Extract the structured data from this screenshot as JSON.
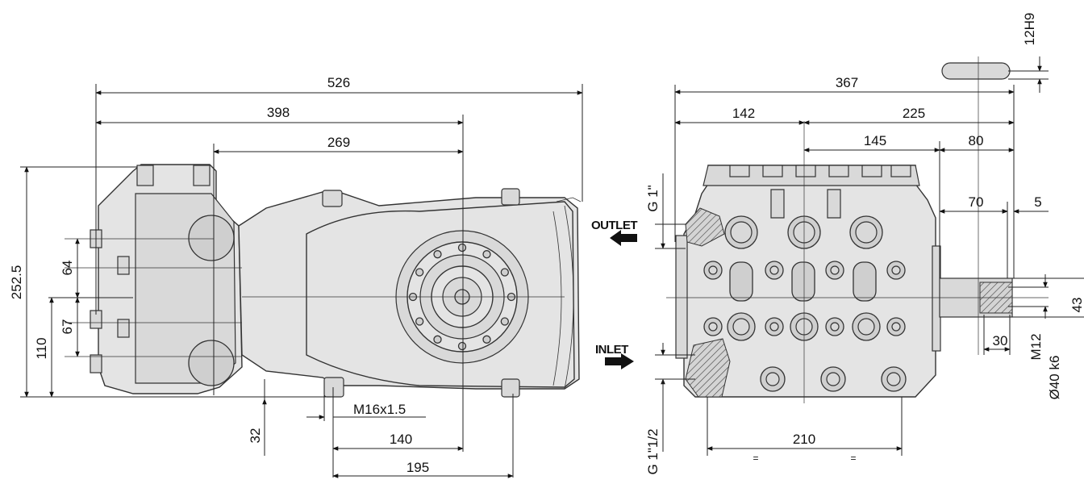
{
  "side_view": {
    "dimensions": {
      "d526": "526",
      "d398": "398",
      "d269": "269",
      "d252": "252.5",
      "d64": "64",
      "d67": "67",
      "d110": "110",
      "d32": "32",
      "dM16": "M16x1.5",
      "d140": "140",
      "d195": "195"
    }
  },
  "front_view": {
    "dimensions": {
      "d367": "367",
      "d142": "142",
      "d225": "225",
      "d145": "145",
      "d80": "80",
      "d70": "70",
      "d5": "5",
      "dG1": "G 1\"",
      "d43": "43",
      "dM12": "M12",
      "d30": "30",
      "dD40": "Ø40 k6",
      "d210": "210",
      "dG112": "G 1\"1/2",
      "d12H9": "12H9",
      "eq1": "=",
      "eq2": "="
    },
    "labels": {
      "outlet": "OUTLET",
      "inlet": "INLET"
    }
  }
}
